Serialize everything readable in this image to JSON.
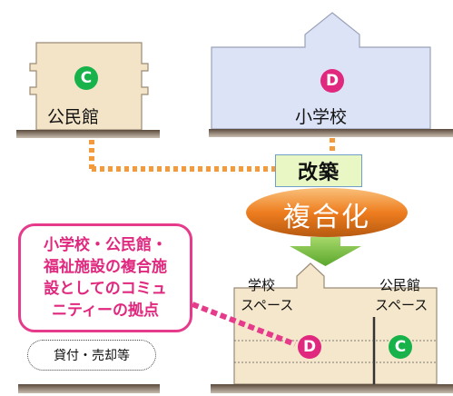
{
  "buildings": {
    "community_hall": {
      "badge": "C",
      "label": "公民館"
    },
    "elementary_school": {
      "badge": "D",
      "label": "小学校"
    }
  },
  "process": {
    "renovation": "改築",
    "consolidation": "複合化"
  },
  "result": {
    "school_space": [
      "学校",
      "スペース"
    ],
    "hall_space": [
      "公民館",
      "スペース"
    ],
    "badge_school": "D",
    "badge_hall": "C"
  },
  "callout": {
    "lines": [
      "小学校・公民館・",
      "福祉施設の複合施",
      "設としてのコミュ",
      "ニティーの拠点"
    ]
  },
  "disposal": "貸付・売却等",
  "colors": {
    "building_tan": "#f3e4c8",
    "building_blue": "#dde3f6",
    "badge_green": "#17b24a",
    "badge_pink": "#e0287f",
    "accent_orange": "#f39a3c",
    "arrow_green": "#7cc043",
    "ground": "#6b5a4a"
  }
}
